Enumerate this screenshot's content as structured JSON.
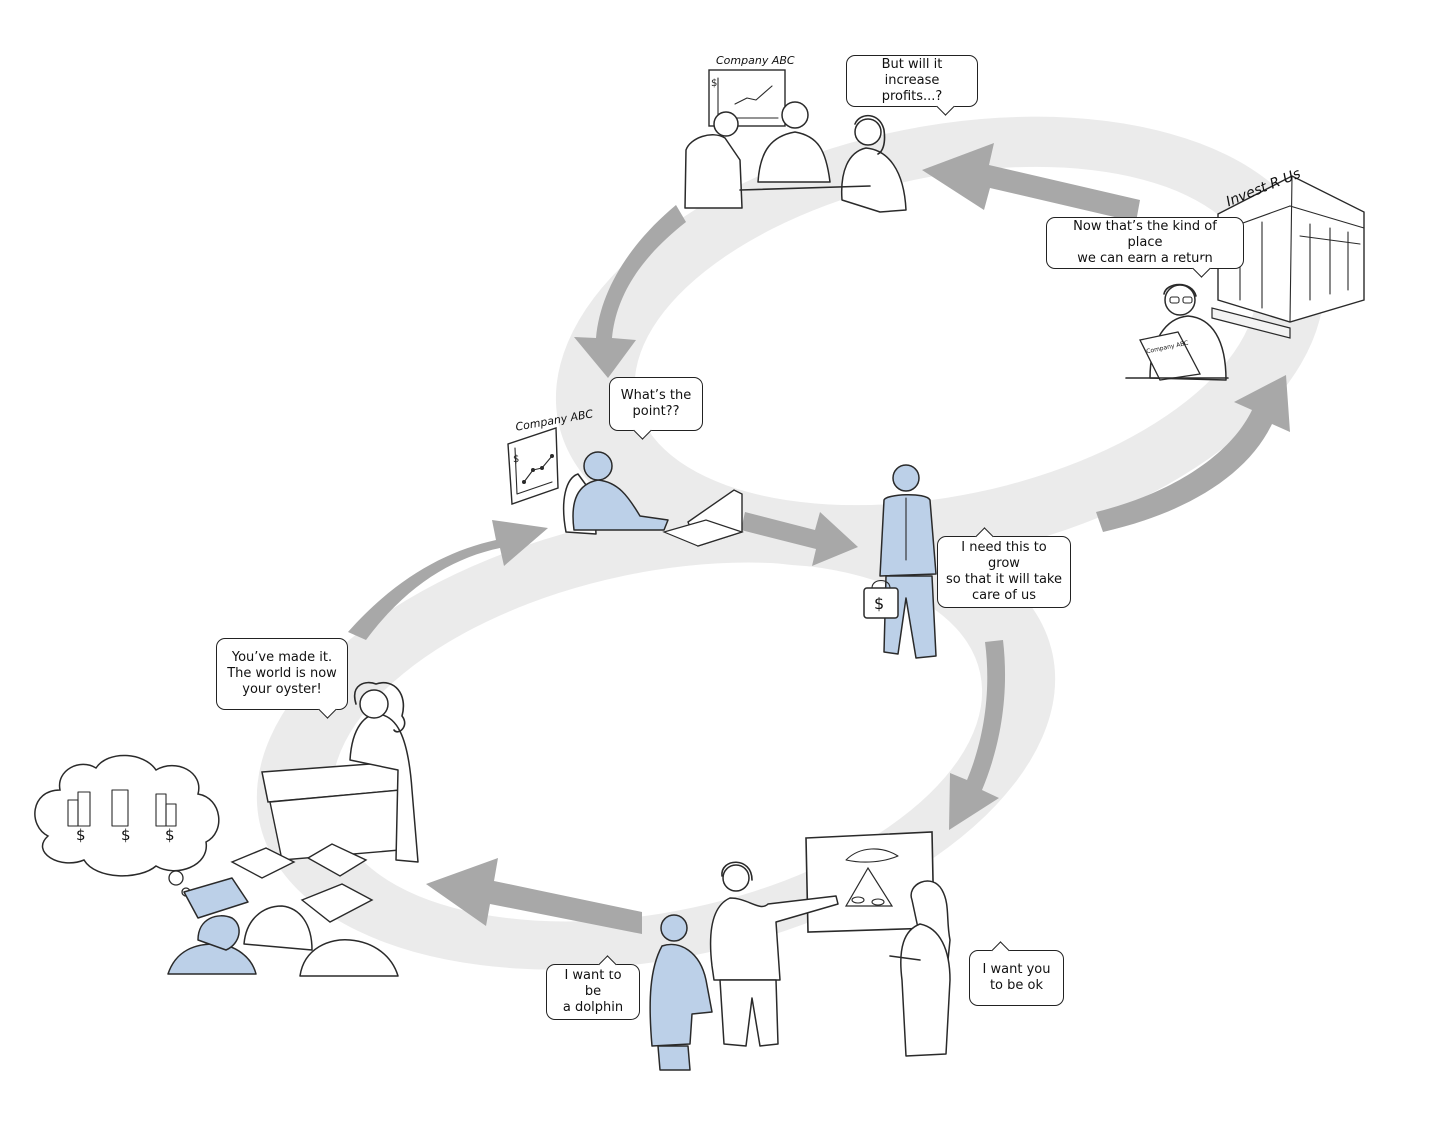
{
  "colors": {
    "track": "#ebebeb",
    "arrow": "#a8a8a8",
    "accent_blue": "#bcd0e8",
    "ink": "#2a2a2a"
  },
  "signs": {
    "meeting_chart": "Company ABC",
    "desk_chart": "Company ABC",
    "building": "Invest R Us",
    "newspaper": "Company ABC"
  },
  "bubbles": {
    "meeting": "But will it increase\nprofits...?",
    "investor": "Now that’s the kind of place\nwe can earn a return",
    "desk": "What’s the\npoint??",
    "businessman": "I need this to grow\nso that it will take\ncare of us",
    "speaker": "You’ve made it.\nThe world is now\nyour oyster!",
    "child": "I want to be\na dolphin",
    "mother": "I want you\nto be ok"
  },
  "thought_symbols": [
    "$",
    "$",
    "$"
  ],
  "briefcase_symbol": "$",
  "chart_symbol": "$",
  "icons": {
    "cycle": "figure-eight-loop",
    "arrows": "direction-arrow",
    "thought": "thought-cloud-icon",
    "building": "bank-building-icon"
  }
}
